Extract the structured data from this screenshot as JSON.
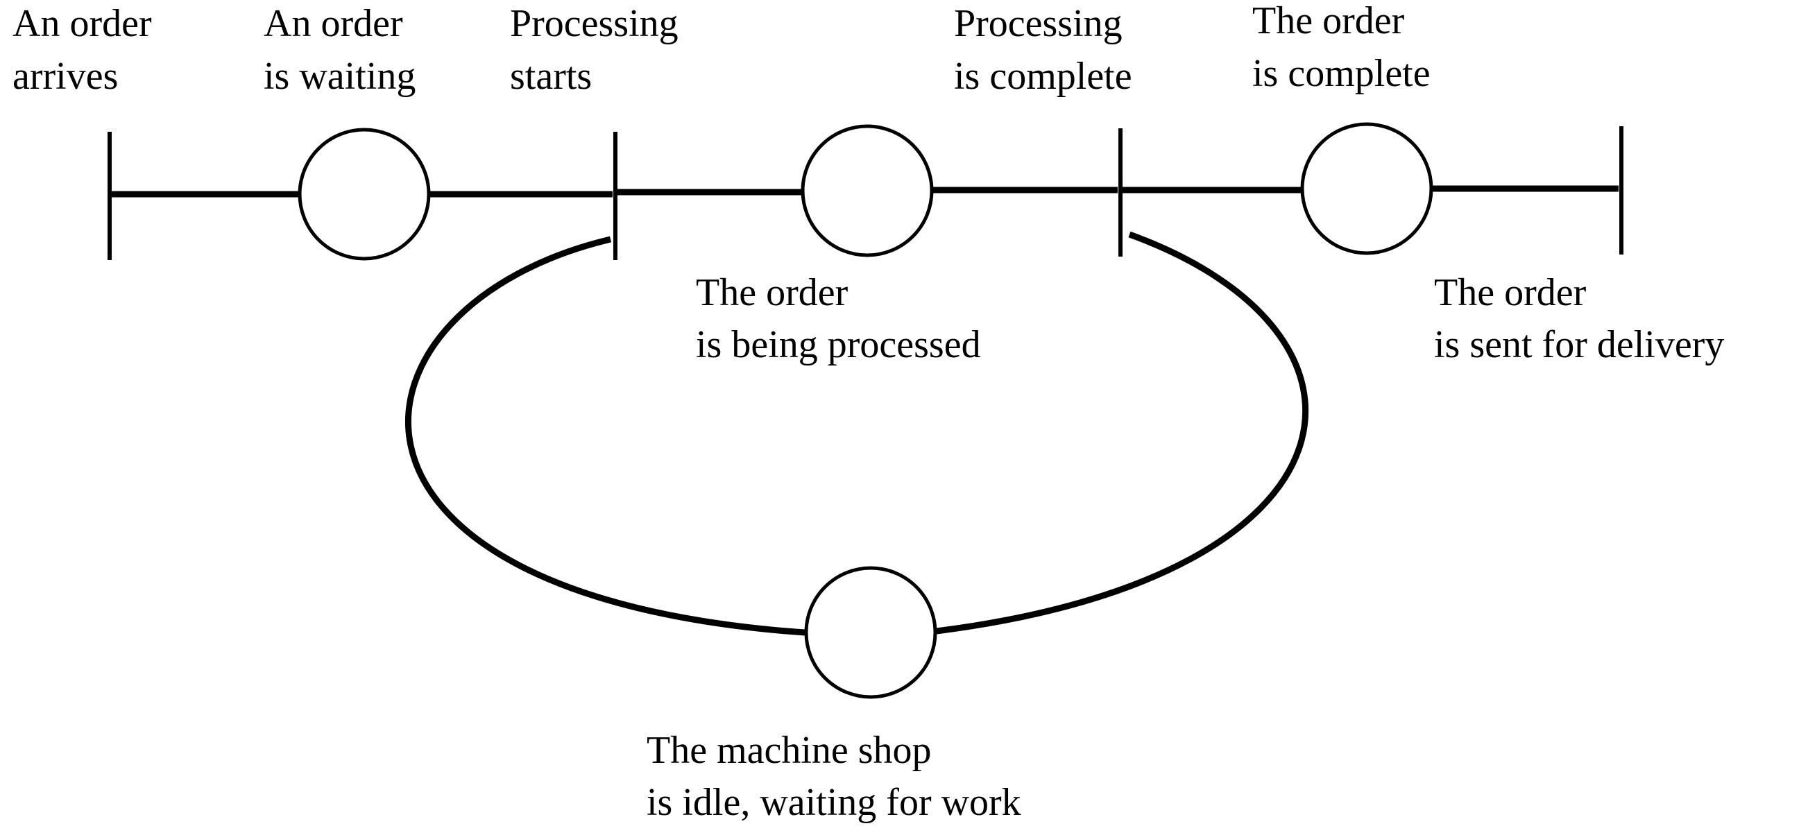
{
  "diagram": {
    "colors": {
      "ink": "#000000",
      "background": "#ffffff"
    },
    "transitions": {
      "order_arrives": {
        "line1": "An order",
        "line2": "arrives"
      },
      "processing_starts": {
        "line1": "Processing",
        "line2": "starts"
      },
      "processing_complete": {
        "line1": "Processing",
        "line2": "is complete"
      },
      "order_sent": {
        "line1": "The order",
        "line2": "is sent for delivery"
      }
    },
    "places": {
      "order_waiting": {
        "line1": "An order",
        "line2": "is waiting"
      },
      "being_processed": {
        "line1": "The order",
        "line2": "is being processed"
      },
      "order_complete": {
        "line1": "The order",
        "line2": "is complete"
      },
      "machine_idle": {
        "line1": "The machine shop",
        "line2": "is idle, waiting for work"
      }
    }
  }
}
